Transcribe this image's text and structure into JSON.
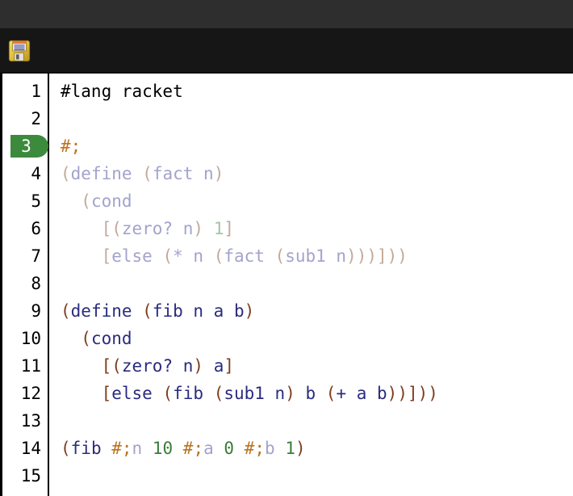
{
  "window": {
    "titlebar_color": "#2e2e2e",
    "toolbar_color": "#161616"
  },
  "toolbar": {
    "save_icon": "floppy-disk-save-icon"
  },
  "editor": {
    "language": "racket",
    "background": "#ffffff",
    "gutter": {
      "current_line_badge": "3",
      "badge_color": "#3c8a3c",
      "badge_text_color": "#ffffff",
      "line_numbers": [
        "1",
        "2",
        "3",
        "4",
        "5",
        "6",
        "7",
        "8",
        "9",
        "10",
        "11",
        "12",
        "13",
        "14",
        "15"
      ]
    },
    "colors": {
      "plain": "#000000",
      "paren": "#7d3d1e",
      "keyword": "#2b2b80",
      "identifier": "#2b2b80",
      "number": "#3a7d3a",
      "hash_semi": "#bb7420",
      "paren_faded": "#c2a99b",
      "keyword_faded": "#a3a3cc",
      "number_faded": "#a3c6a3"
    },
    "lines": [
      {
        "number": "1",
        "text": "#lang racket",
        "tokens": [
          {
            "t": "#lang racket",
            "c": "plain"
          }
        ]
      },
      {
        "number": "2",
        "text": "",
        "tokens": []
      },
      {
        "number": "3",
        "text": "#;",
        "tokens": [
          {
            "t": "#;",
            "c": "hash"
          }
        ]
      },
      {
        "number": "4",
        "text": "(define (fact n)",
        "tokens": [
          {
            "t": "(",
            "c": "paren-f"
          },
          {
            "t": "define ",
            "c": "kw-f"
          },
          {
            "t": "(",
            "c": "paren-f"
          },
          {
            "t": "fact n",
            "c": "kw-f"
          },
          {
            "t": ")",
            "c": "paren-f"
          }
        ]
      },
      {
        "number": "5",
        "text": "  (cond",
        "tokens": [
          {
            "t": "  ",
            "c": "plain"
          },
          {
            "t": "(",
            "c": "paren-f"
          },
          {
            "t": "cond",
            "c": "kw-f"
          }
        ]
      },
      {
        "number": "6",
        "text": "    [(zero? n) 1]",
        "tokens": [
          {
            "t": "    ",
            "c": "plain"
          },
          {
            "t": "[(",
            "c": "paren-f"
          },
          {
            "t": "zero? n",
            "c": "kw-f"
          },
          {
            "t": ") ",
            "c": "paren-f"
          },
          {
            "t": "1",
            "c": "num-f"
          },
          {
            "t": "]",
            "c": "paren-f"
          }
        ]
      },
      {
        "number": "7",
        "text": "    [else (* n (fact (sub1 n)))]))",
        "tokens": [
          {
            "t": "    ",
            "c": "plain"
          },
          {
            "t": "[",
            "c": "paren-f"
          },
          {
            "t": "else ",
            "c": "kw-f"
          },
          {
            "t": "(",
            "c": "paren-f"
          },
          {
            "t": "* n ",
            "c": "kw-f"
          },
          {
            "t": "(",
            "c": "paren-f"
          },
          {
            "t": "fact ",
            "c": "kw-f"
          },
          {
            "t": "(",
            "c": "paren-f"
          },
          {
            "t": "sub1 n",
            "c": "kw-f"
          },
          {
            "t": ")))]))",
            "c": "paren-f"
          }
        ]
      },
      {
        "number": "8",
        "text": "",
        "tokens": []
      },
      {
        "number": "9",
        "text": "(define (fib n a b)",
        "tokens": [
          {
            "t": "(",
            "c": "paren"
          },
          {
            "t": "define ",
            "c": "kw"
          },
          {
            "t": "(",
            "c": "paren"
          },
          {
            "t": "fib n a b",
            "c": "kw"
          },
          {
            "t": ")",
            "c": "paren"
          }
        ]
      },
      {
        "number": "10",
        "text": "  (cond",
        "tokens": [
          {
            "t": "  ",
            "c": "plain"
          },
          {
            "t": "(",
            "c": "paren"
          },
          {
            "t": "cond",
            "c": "kw"
          }
        ]
      },
      {
        "number": "11",
        "text": "    [(zero? n) a]",
        "tokens": [
          {
            "t": "    ",
            "c": "plain"
          },
          {
            "t": "[(",
            "c": "paren"
          },
          {
            "t": "zero? n",
            "c": "kw"
          },
          {
            "t": ") ",
            "c": "paren"
          },
          {
            "t": "a",
            "c": "kw"
          },
          {
            "t": "]",
            "c": "paren"
          }
        ]
      },
      {
        "number": "12",
        "text": "    [else (fib (sub1 n) b (+ a b))]))",
        "tokens": [
          {
            "t": "    ",
            "c": "plain"
          },
          {
            "t": "[",
            "c": "paren"
          },
          {
            "t": "else ",
            "c": "kw"
          },
          {
            "t": "(",
            "c": "paren"
          },
          {
            "t": "fib ",
            "c": "kw"
          },
          {
            "t": "(",
            "c": "paren"
          },
          {
            "t": "sub1 n",
            "c": "kw"
          },
          {
            "t": ") ",
            "c": "paren"
          },
          {
            "t": "b ",
            "c": "kw"
          },
          {
            "t": "(",
            "c": "paren"
          },
          {
            "t": "+ a b",
            "c": "kw"
          },
          {
            "t": "))]))",
            "c": "paren"
          }
        ]
      },
      {
        "number": "13",
        "text": "",
        "tokens": []
      },
      {
        "number": "14",
        "text": "(fib #;n 10 #;a 0 #;b 1)",
        "tokens": [
          {
            "t": "(",
            "c": "paren"
          },
          {
            "t": "fib ",
            "c": "kw"
          },
          {
            "t": "#;",
            "c": "hash"
          },
          {
            "t": "n",
            "c": "kw-f"
          },
          {
            "t": " ",
            "c": "plain"
          },
          {
            "t": "10",
            "c": "num"
          },
          {
            "t": " ",
            "c": "plain"
          },
          {
            "t": "#;",
            "c": "hash"
          },
          {
            "t": "a",
            "c": "kw-f"
          },
          {
            "t": " ",
            "c": "plain"
          },
          {
            "t": "0",
            "c": "num"
          },
          {
            "t": " ",
            "c": "plain"
          },
          {
            "t": "#;",
            "c": "hash"
          },
          {
            "t": "b",
            "c": "kw-f"
          },
          {
            "t": " ",
            "c": "plain"
          },
          {
            "t": "1",
            "c": "num"
          },
          {
            "t": ")",
            "c": "paren"
          }
        ]
      },
      {
        "number": "15",
        "text": "",
        "tokens": []
      }
    ]
  }
}
